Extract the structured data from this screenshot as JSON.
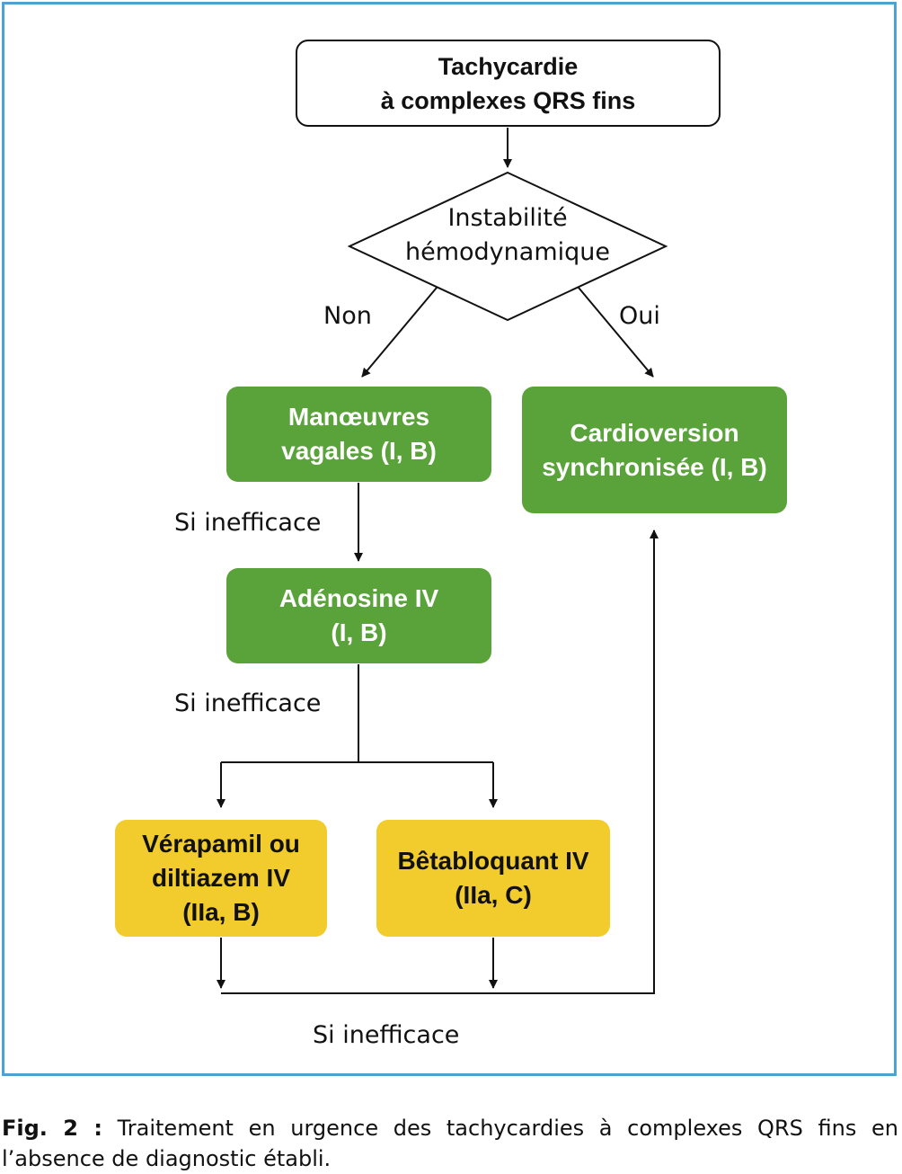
{
  "nodes": {
    "start": [
      "Tachycardie",
      "à complexes QRS fins"
    ],
    "decision": [
      "Instabilité",
      "hémodynamique"
    ],
    "vagal": [
      "Manœuvres",
      "vagales (I, B)"
    ],
    "cardioversion": [
      "Cardioversion",
      "synchronisée (I, B)"
    ],
    "adenosine": [
      "Adénosine IV",
      "(I, B)"
    ],
    "verapamil": [
      "Vérapamil ou",
      "diltiazem IV",
      "(IIa, B)"
    ],
    "betablocker": [
      "Bêtabloquant IV",
      "(IIa, C)"
    ]
  },
  "edge_labels": {
    "no": "Non",
    "yes": "Oui",
    "ineffective_1": "Si inefficace",
    "ineffective_2": "Si inefficace",
    "ineffective_3": "Si inefficace"
  },
  "caption": {
    "label": "Fig. 2 :",
    "text": " Traitement en urgence des tachycardies à complexes QRS fins en l’absence de diagnostic établi."
  },
  "colors": {
    "frame": "#4ea1d3",
    "green": "#5aa33a",
    "yellow": "#f1cc2c"
  }
}
